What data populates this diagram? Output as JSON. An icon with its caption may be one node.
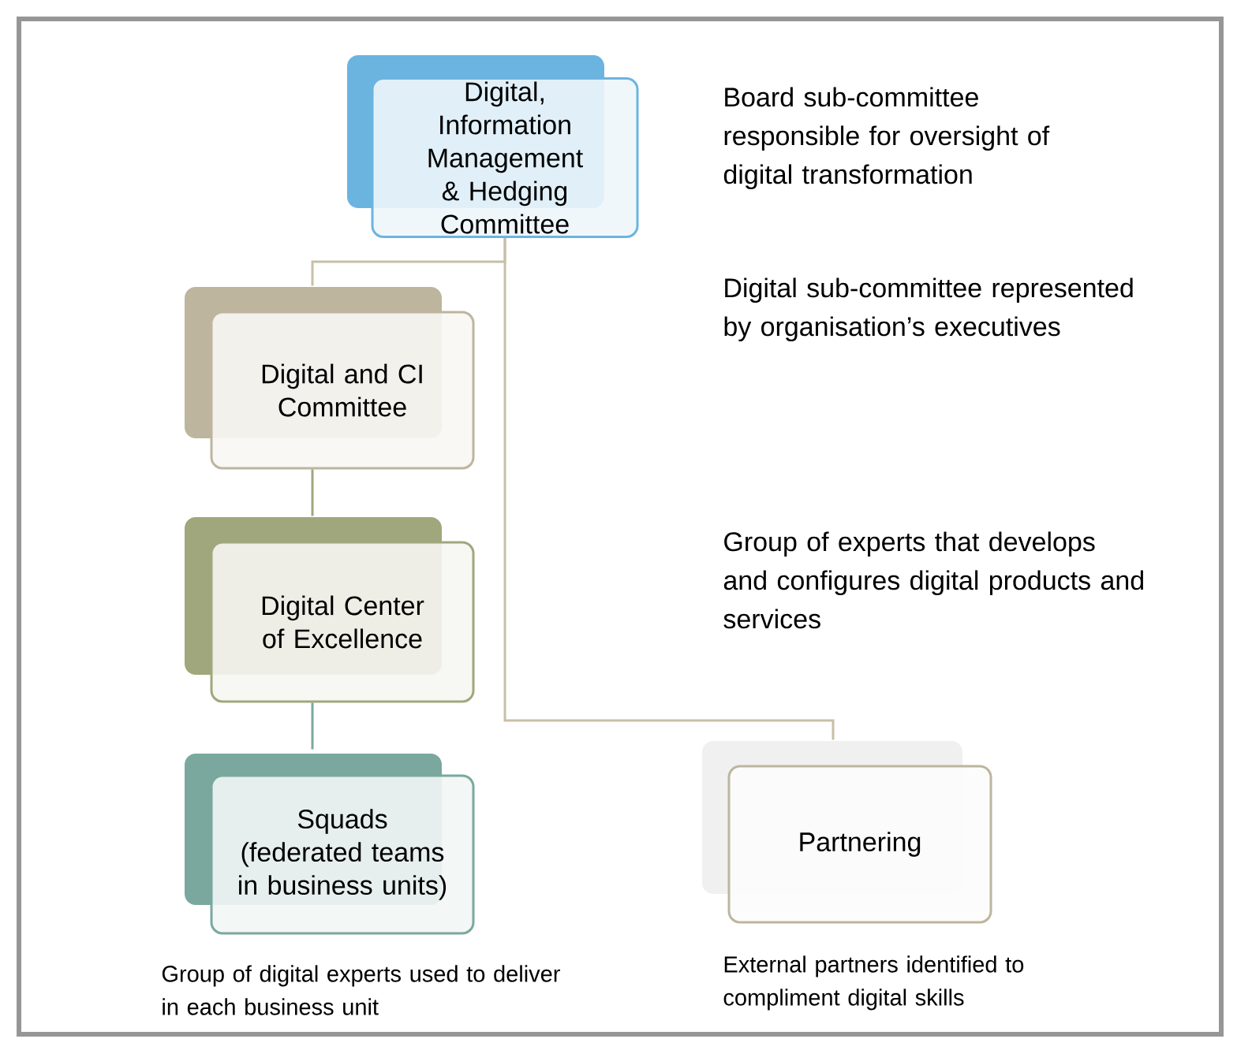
{
  "diagram": {
    "nodes": [
      {
        "text": [
          "Digital, Information Management & Hedging Committee"
        ]
      },
      {
        "text": [
          "Digital and CI Committee"
        ]
      },
      {
        "text": [
          "Digital Center of Excellence"
        ]
      },
      {
        "text": [
          "Squads (federated teams in business units)"
        ],
        "beside": [
          "Group of digital experts used to deliver in each business unit"
        ]
      },
      {
        "text": [
          "Partnering"
        ],
        "beside": [
          "External partners identified to compliment digital skills"
        ]
      }
    ],
    "edges": [
      {
        "from": 0,
        "to": 1,
        "arrow": "none"
      },
      {
        "from": 1,
        "to": 2,
        "arrow": "none",
        "color": "#a0a77c"
      },
      {
        "from": 2,
        "to": 3,
        "arrow": "none",
        "color": "#7aa89e"
      },
      {
        "from": 0,
        "to": 4,
        "arrow": "none"
      }
    ],
    "labels": [
      "Board sub-committee responsible for oversight of digital transformation",
      "Digital sub-committee represented by organisation’s executives",
      "Group of experts that develops and configures digital  products and services"
    ]
  }
}
